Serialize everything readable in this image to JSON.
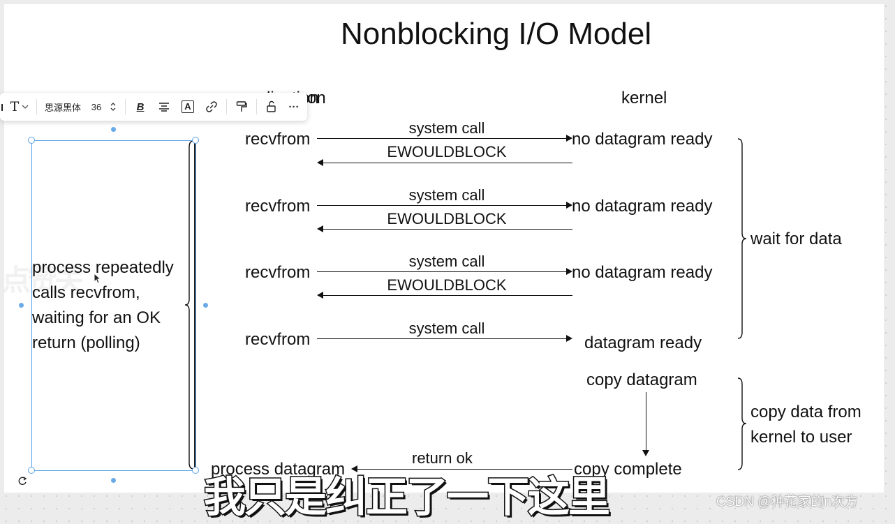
{
  "diagram": {
    "title": "Nonblocking I/O Model",
    "application_label_partial": "lication",
    "application_label_tail": "on",
    "kernel_label": "kernel",
    "rounds": [
      {
        "app": "recvfrom",
        "call": "system call",
        "reply": "EWOULDBLOCK",
        "kernel_state": "no datagram ready"
      },
      {
        "app": "recvfrom",
        "call": "system call",
        "reply": "EWOULDBLOCK",
        "kernel_state": "no datagram ready"
      },
      {
        "app": "recvfrom",
        "call": "system call",
        "reply": "EWOULDBLOCK",
        "kernel_state": "no datagram ready"
      },
      {
        "app": "recvfrom",
        "call": "system call",
        "kernel_state": "datagram ready"
      }
    ],
    "copy_datagram": "copy datagram",
    "copy_complete": "copy complete",
    "copy_complete_partial": "copy complete",
    "return_ok": "return ok",
    "process_datagram": "process datagram",
    "wait_for_data": "wait for data",
    "copy_data_line1": "copy data from",
    "copy_data_line2": "kernel to user",
    "process_note": [
      "process repeatedly",
      "calls recvfrom,",
      "waiting for an OK",
      "return (polling)"
    ]
  },
  "toolbar": {
    "text_tool": "T",
    "font_name": "思源黑体",
    "font_size": "36",
    "bold": "B",
    "color_letter": "A",
    "more": "···"
  },
  "subtitle": "我只是纠正了一下这里",
  "watermark": "CSDN @种花家的n次方",
  "ghost_text": "点赞关",
  "colors": {
    "selection": "#5aa2e6",
    "canvas": "#ffffff",
    "background": "#ececec"
  }
}
